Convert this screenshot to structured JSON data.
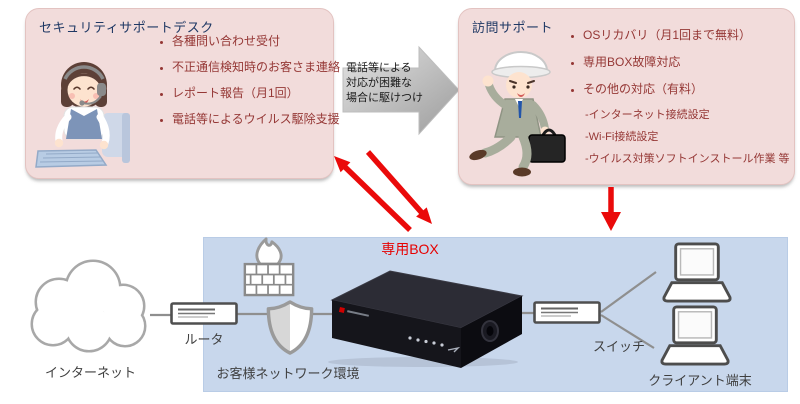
{
  "support_desk": {
    "title": "セキュリティサポートデスク",
    "items": [
      "各種問い合わせ受付",
      "不正通信検知時のお客さま連絡",
      "レポート報告（月1回）",
      "電話等によるウイルス駆除支援"
    ]
  },
  "dispatch_arrow": {
    "line1": "電話等による",
    "line2": "対応が困難な",
    "line3": "場合に駆けつけ"
  },
  "visit_support": {
    "title": "訪問サポート",
    "items": [
      "OSリカバリ（月1回まで無料）",
      "専用BOX故障対応",
      "その他の対応（有料）"
    ],
    "sub_items": [
      "-インターネット接続設定",
      "-Wi-Fi接続設定",
      "-ウイルス対策ソフトインストール作業 等"
    ]
  },
  "network": {
    "box_label": "専用BOX",
    "internet_label": "インターネット",
    "router_label": "ルータ",
    "customer_env_label": "お客様ネットワーク環境",
    "switch_label": "スイッチ",
    "client_label": "クライアント端末"
  },
  "icons": {
    "dispatch_arrow": "gray-right-block-arrow",
    "two_way_arrow": "red-double-diagonal-arrow",
    "down_arrow": "red-down-arrow",
    "cloud": "cloud-outline",
    "router": "network-box-with-lines",
    "firewall": "brick-wall-with-flame",
    "shield": "shield-outline",
    "security_box": "black-appliance-3d",
    "switch": "network-box-with-lines",
    "laptop": "laptop-outline"
  },
  "colors": {
    "accent_red": "#e60000",
    "box_pink": "#f2dcdb",
    "box_pink_border": "#e3c3c1",
    "box_blue": "#c8d7ec",
    "title_navy": "#1f3864",
    "bullet_red": "#953735",
    "label_gray": "#3f3f3f"
  }
}
